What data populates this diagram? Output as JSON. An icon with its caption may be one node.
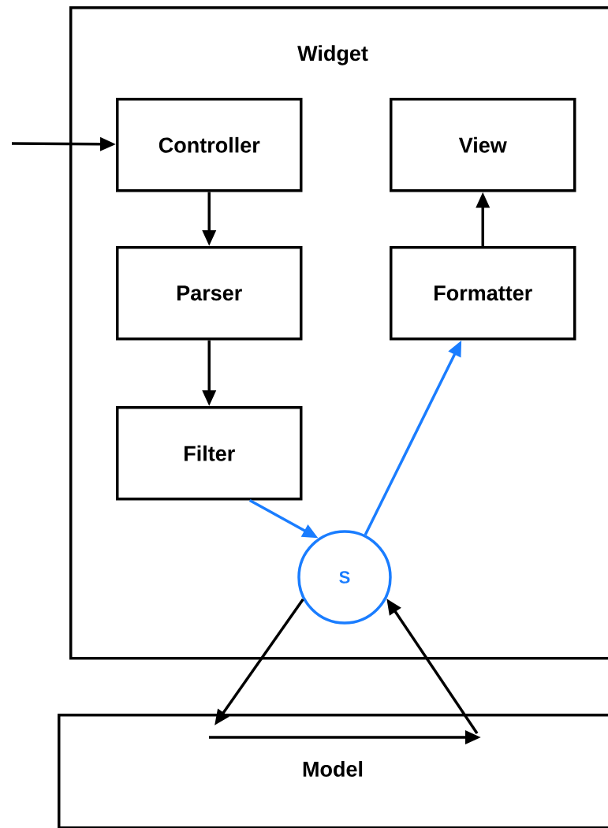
{
  "diagram": {
    "nodes": [
      {
        "text": [
          "Widget"
        ]
      },
      {
        "text": [
          "Controller"
        ],
        "in": 0
      },
      {
        "text": [
          "View"
        ],
        "in": 0
      },
      {
        "text": [
          "Parser"
        ],
        "in": 0
      },
      {
        "text": [
          "Formatter"
        ],
        "in": 0
      },
      {
        "text": [
          "Filter"
        ],
        "in": 0
      },
      {
        "text": [
          "S"
        ],
        "in": 0
      },
      {
        "text": [
          "Model"
        ]
      }
    ],
    "edges": [
      {
        "from": null,
        "to": 1,
        "arrow": "to"
      },
      {
        "from": 1,
        "to": 3,
        "arrow": "to"
      },
      {
        "from": 3,
        "to": 5,
        "arrow": "to"
      },
      {
        "from": 5,
        "to": 6,
        "arrow": "to",
        "color": "#1a7dff"
      },
      {
        "from": 6,
        "to": 4,
        "arrow": "to",
        "color": "#1a7dff"
      },
      {
        "from": 4,
        "to": 2,
        "arrow": "to"
      },
      {
        "from": 6,
        "to": 7,
        "arrow": "to"
      },
      {
        "from": 7,
        "to": 7,
        "arrow": "to"
      },
      {
        "from": 7,
        "to": 6,
        "arrow": "to"
      }
    ]
  }
}
